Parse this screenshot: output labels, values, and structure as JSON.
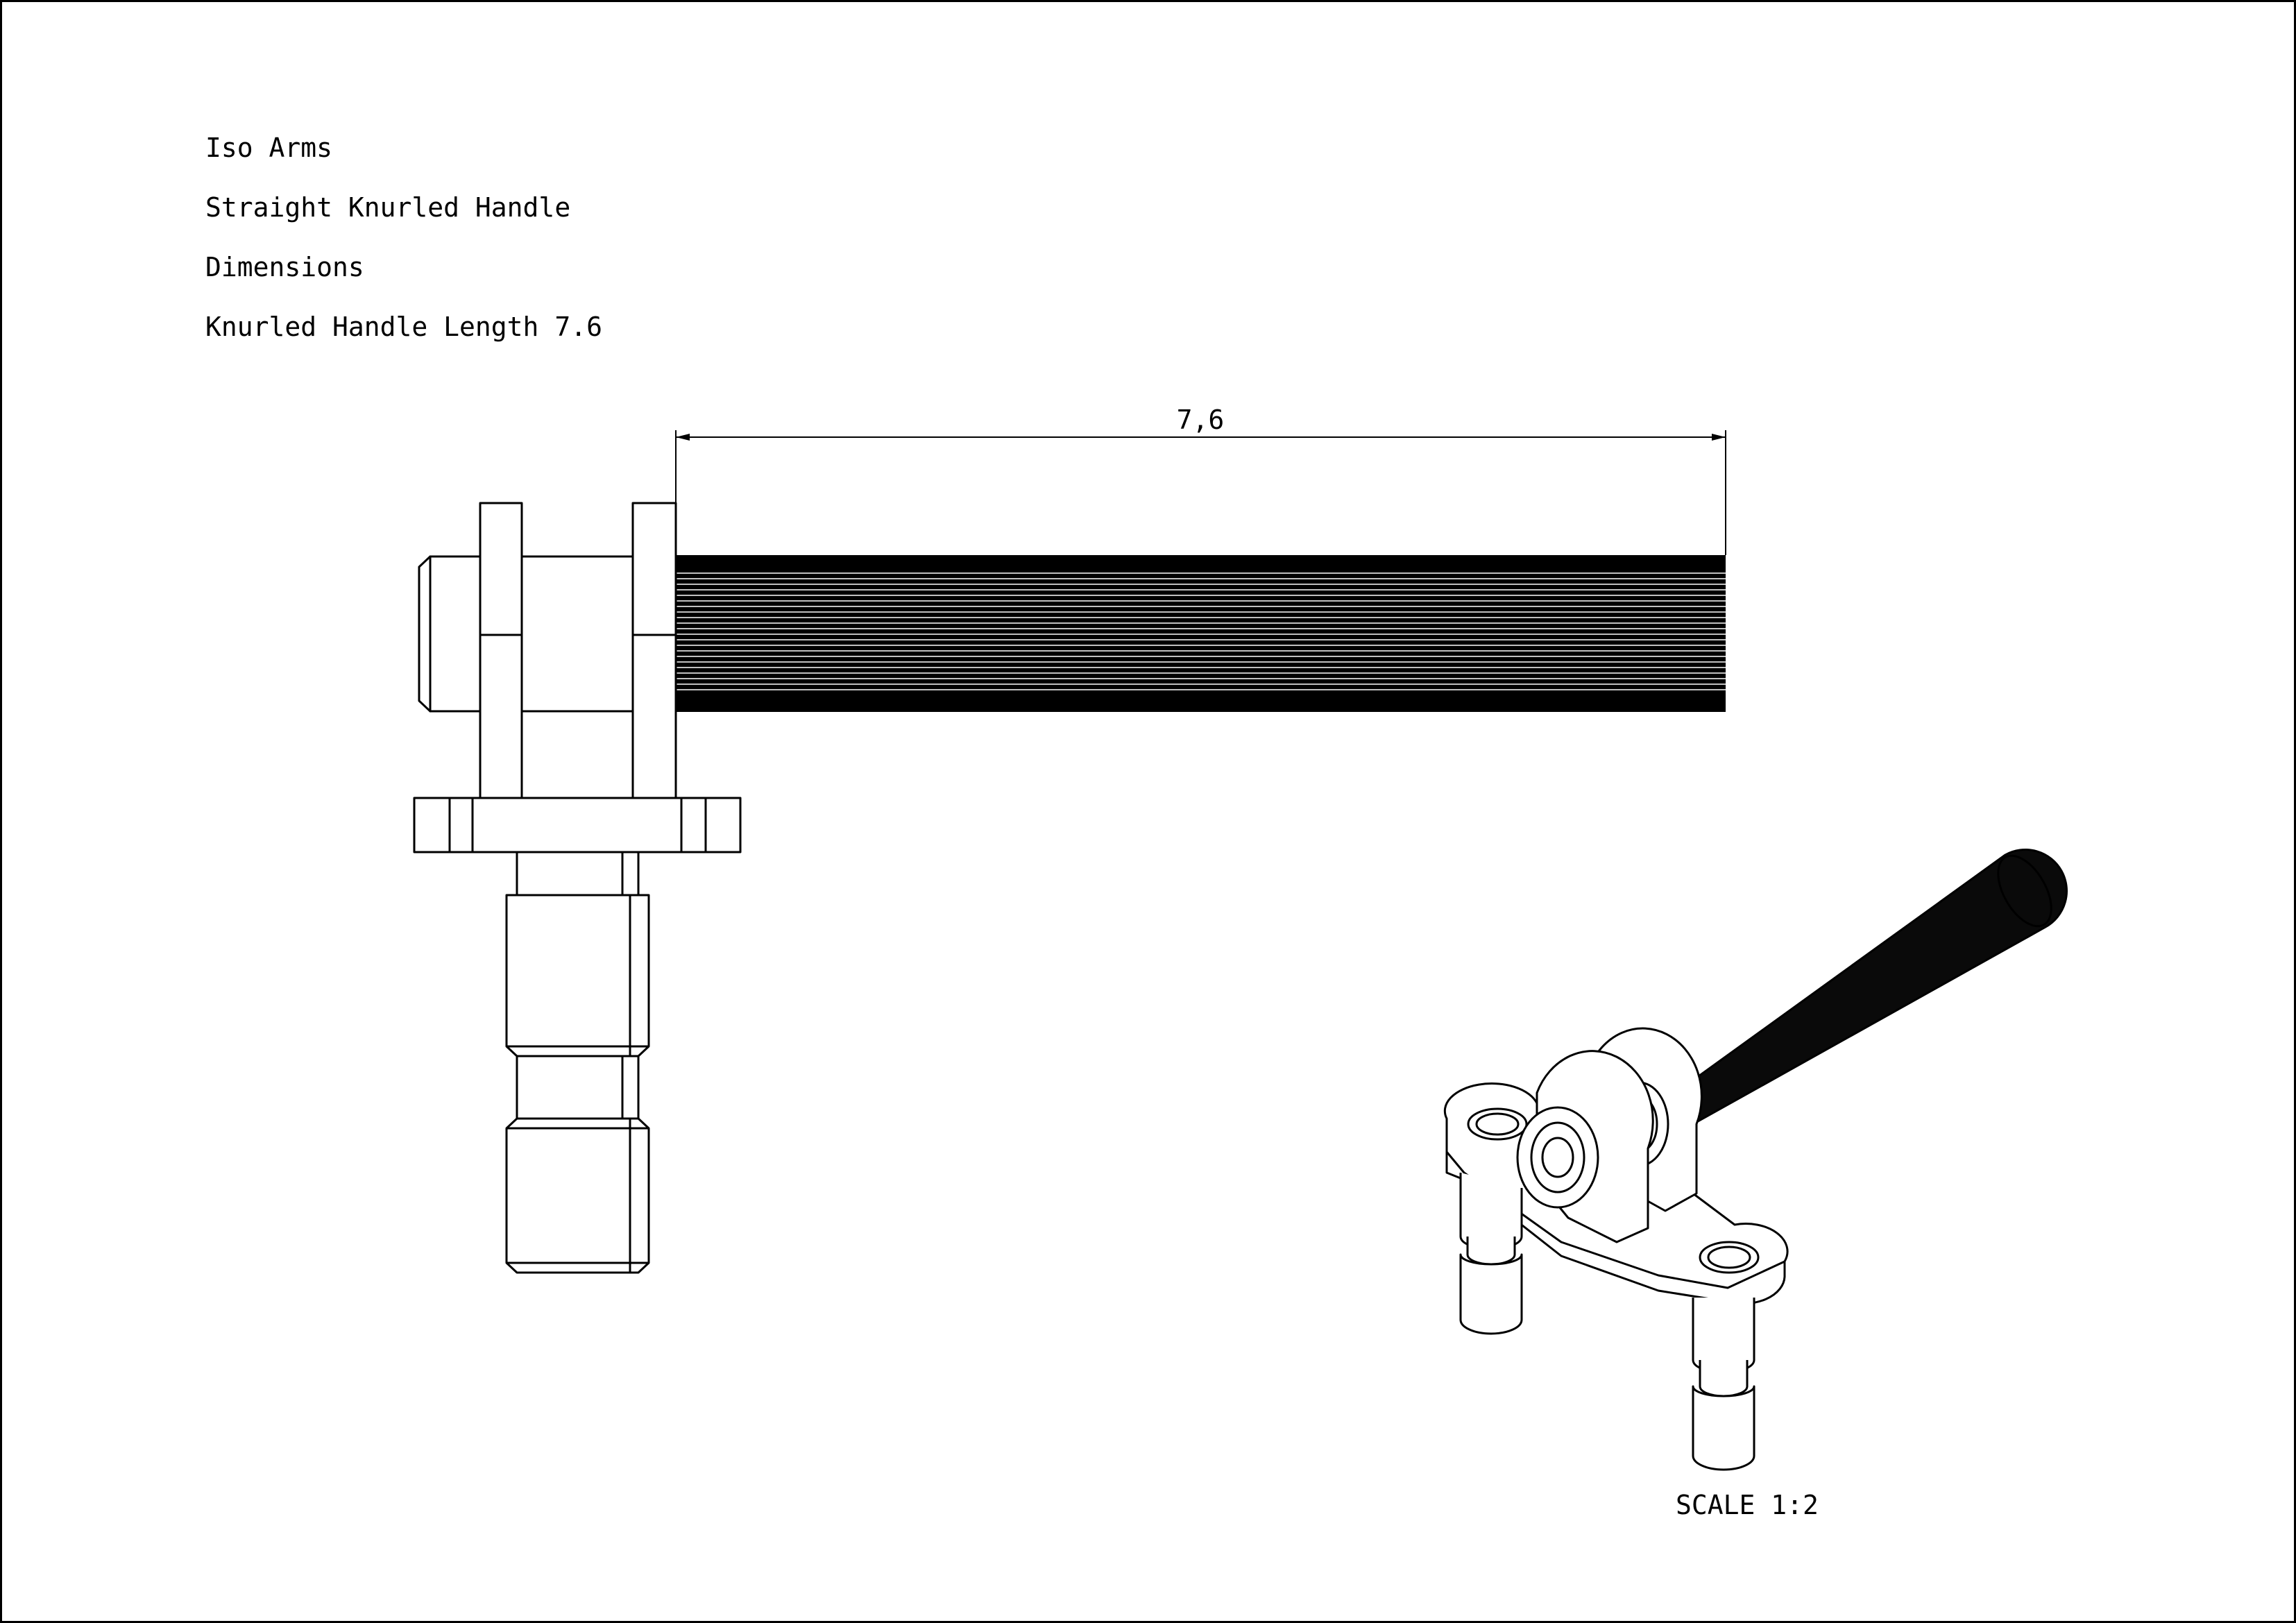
{
  "title_block": {
    "line1": "Iso Arms",
    "line2": "Straight Knurled Handle",
    "line3": "Dimensions",
    "line4": "Knurled Handle Length 7.6"
  },
  "dimension": {
    "label": "7,6"
  },
  "iso_view": {
    "scale_label": "SCALE 1:2"
  },
  "colors": {
    "line": "#000000",
    "background": "#ffffff",
    "handle_fill": "#0a0a0a"
  },
  "icons": [
    "knurled-handle",
    "mount-arm",
    "iso-assembly"
  ]
}
